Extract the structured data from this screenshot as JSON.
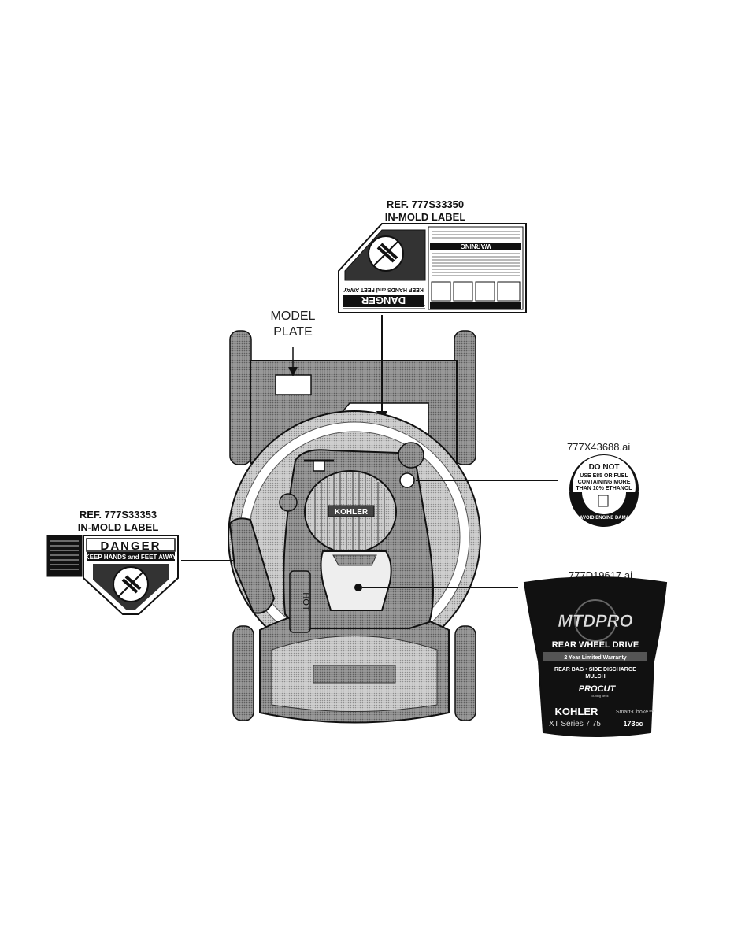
{
  "callouts": {
    "top_label_ref": "REF. 777S33350",
    "top_label_type": "IN-MOLD LABEL",
    "left_label_ref": "REF. 777S33353",
    "left_label_type": "IN-MOLD LABEL",
    "model_plate_line1": "MODEL",
    "model_plate_line2": "PLATE",
    "fuel_decal_file": "777X43688.ai",
    "brand_decal_file": "777D19617.ai"
  },
  "danger_label": {
    "title": "DANGER",
    "subtitle": "KEEP HANDS and FEET AWAY",
    "side_note": "DO NOT OPERATE UNLESS DISCHARGE COVER OR CATCHER IS IN PLACE.",
    "warning_title": "WARNING"
  },
  "fuel_decal": {
    "line1": "DO NOT",
    "line2": "USE E85 OR FUEL",
    "line3": "CONTAINING MORE",
    "line4": "THAN 10% ETHANOL",
    "arc_text": "TO AVOID ENGINE DAMAGE"
  },
  "brand_decal": {
    "logo": "MTDPRO",
    "drive": "REAR WHEEL DRIVE",
    "warranty": "2 Year Limited Warranty",
    "options_line1": "REAR BAG • SIDE DISCHARGE",
    "options_line2": "MULCH",
    "deck_brand": "PROCUT",
    "deck_sub": "cutting deck",
    "engine_brand": "KOHLER",
    "engine_feature": "Smart-Choke™",
    "engine_series": "XT Series 7.75",
    "displacement": "173cc"
  },
  "mower": {
    "engine_badge": "KOHLER",
    "hot_label": "HOT"
  },
  "colors": {
    "outline": "#111111",
    "shade": "#8a8a8a",
    "light_shade": "#c8c8c8",
    "decal_black": "#111111"
  }
}
